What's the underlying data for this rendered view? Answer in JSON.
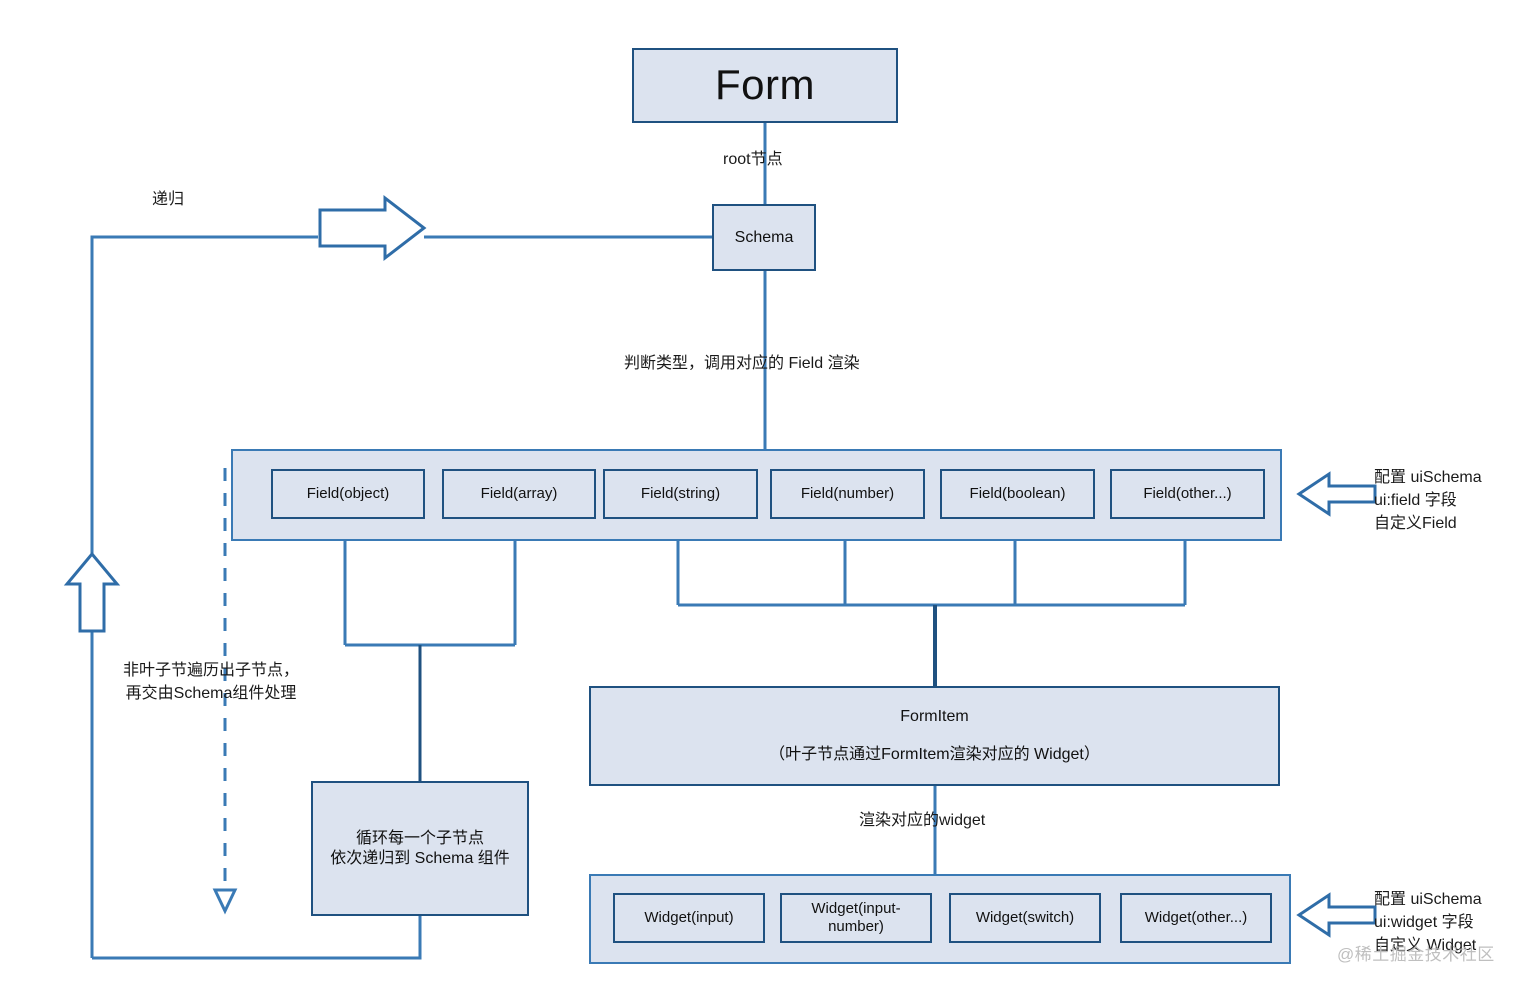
{
  "diagram": {
    "title": "Form Schema Rendering Flow",
    "colors": {
      "node_fill": "#dce3ef",
      "node_border": "#1f5180",
      "group_border": "#3a7ab5",
      "connector": "#3a7ab5",
      "connector_dark": "#1f5180",
      "text": "#1a1a1a",
      "watermark": "#bfbfbf"
    }
  },
  "nodes": {
    "form": {
      "label": "Form"
    },
    "schema": {
      "label": "Schema"
    },
    "formitem": {
      "title": "FormItem",
      "subtitle": "（叶子节点通过FormItem渲染对应的 Widget）"
    },
    "loop": {
      "line1": "循环每一个子节点",
      "line2": "依次递归到 Schema 组件"
    }
  },
  "fields": [
    {
      "label": "Field(object)"
    },
    {
      "label": "Field(array)"
    },
    {
      "label": "Field(string)"
    },
    {
      "label": "Field(number)"
    },
    {
      "label": "Field(boolean)"
    },
    {
      "label": "Field(other...)"
    }
  ],
  "widgets": [
    {
      "label": "Widget(input)"
    },
    {
      "label": "Widget(input-\nnumber)"
    },
    {
      "label": "Widget(switch)"
    },
    {
      "label": "Widget(other...)"
    }
  ],
  "edge_labels": {
    "root_node": "root节点",
    "recursion": "递归",
    "dispatch_field": "判断类型，调用对应的 Field 渲染",
    "non_leaf": "非叶子节遍历出子节点，\n再交由Schema组件处理",
    "render_widget": "渲染对应的widget"
  },
  "annotations": {
    "field_note": "配置 uiSchema\nui:field 字段\n自定义Field",
    "widget_note": "配置 uiSchema\nui:widget 字段\n自定义 Widget"
  },
  "watermark": {
    "text": "@稀土掘金技术社区"
  }
}
